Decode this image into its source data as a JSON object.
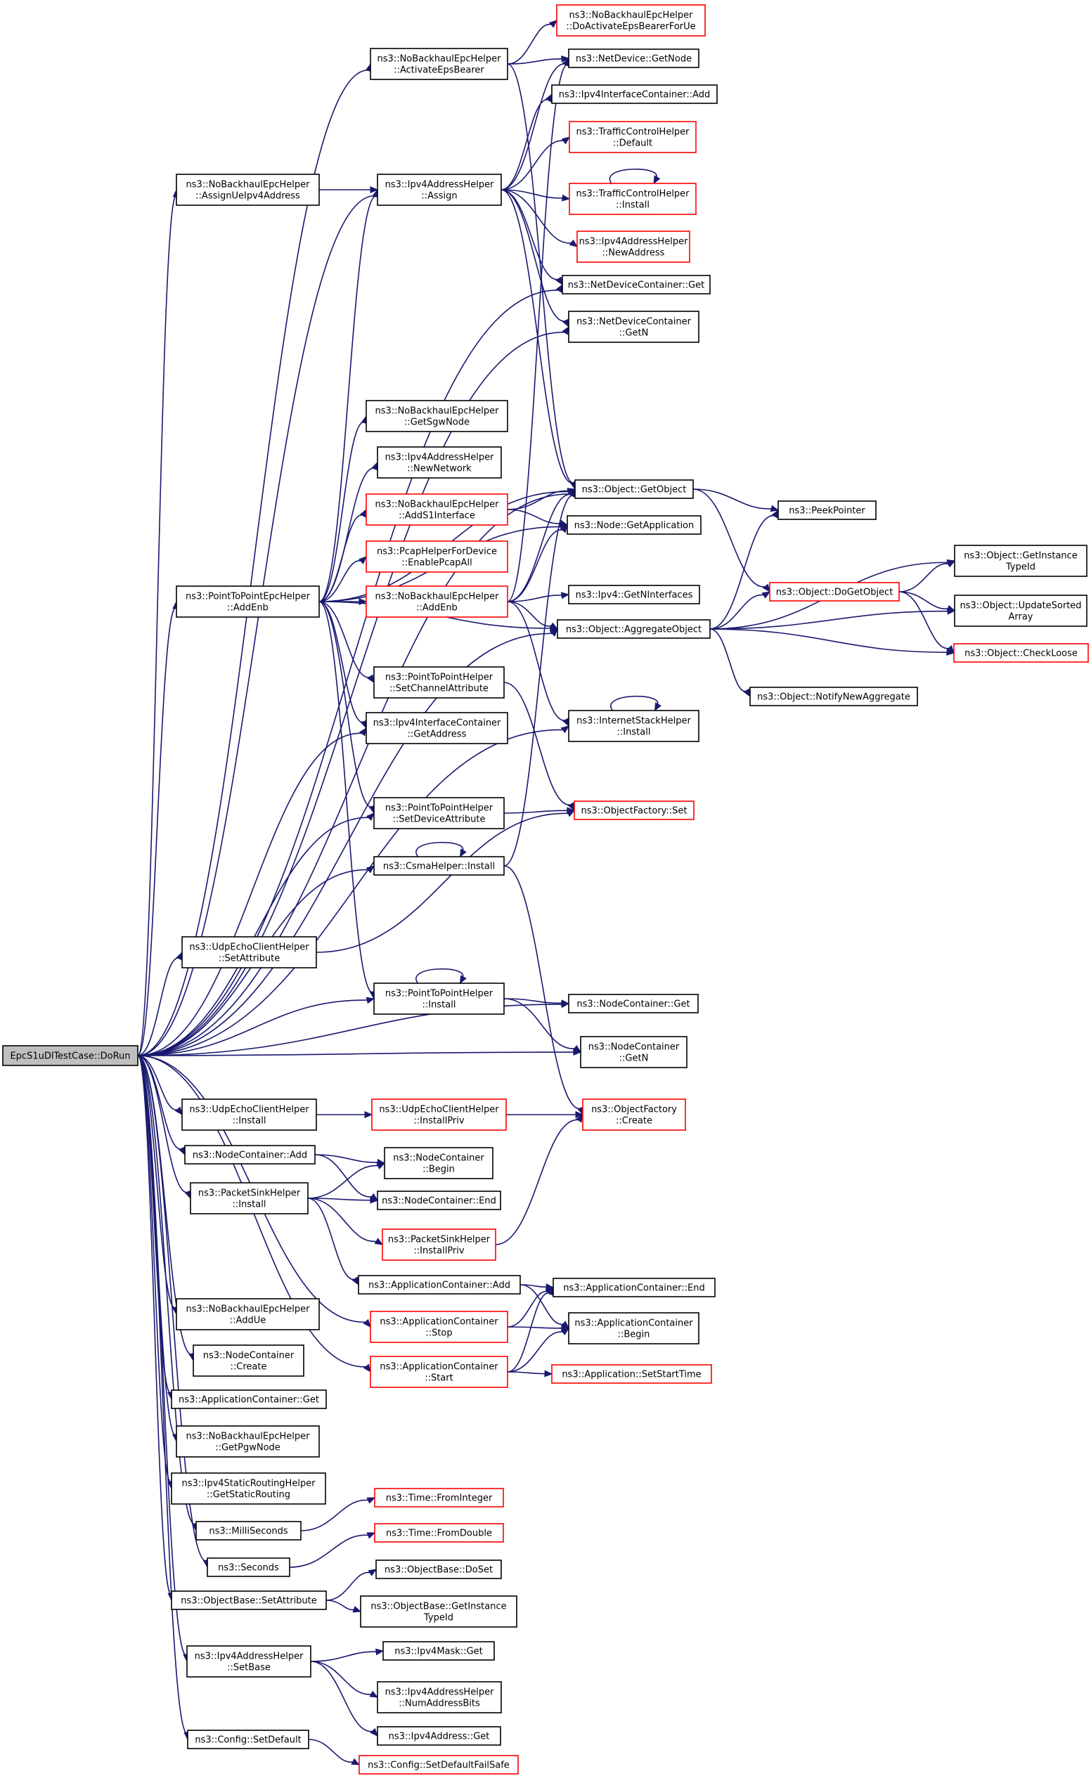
{
  "graph": {
    "root": "EpcS1uDlTestCase::DoRun",
    "colors": {
      "edge": "#191970",
      "node_border_default": "#000000",
      "node_border_truncated": "#ff0000",
      "root_fill": "#bfbfbf",
      "node_fill": "#ffffff"
    },
    "nodes": [
      {
        "id": "root",
        "lines": [
          "EpcS1uDlTestCase::DoRun"
        ],
        "truncated": false
      },
      {
        "id": "activate",
        "lines": [
          "ns3::NoBackhaulEpcHelper",
          "::ActivateEpsBearer"
        ],
        "truncated": false
      },
      {
        "id": "doactivate",
        "lines": [
          "ns3::NoBackhaulEpcHelper",
          "::DoActivateEpsBearerForUe"
        ],
        "truncated": true
      },
      {
        "id": "getnode",
        "lines": [
          "ns3::NetDevice::GetNode"
        ],
        "truncated": false
      },
      {
        "id": "ipv4ifcadd",
        "lines": [
          "ns3::Ipv4InterfaceContainer::Add"
        ],
        "truncated": false
      },
      {
        "id": "tcdefault",
        "lines": [
          "ns3::TrafficControlHelper",
          "::Default"
        ],
        "truncated": true
      },
      {
        "id": "assignue",
        "lines": [
          "ns3::NoBackhaulEpcHelper",
          "::AssignUeIpv4Address"
        ],
        "truncated": false
      },
      {
        "id": "assign",
        "lines": [
          "ns3::Ipv4AddressHelper",
          "::Assign"
        ],
        "truncated": false
      },
      {
        "id": "tcinstall",
        "lines": [
          "ns3::TrafficControlHelper",
          "::Install"
        ],
        "truncated": true
      },
      {
        "id": "newaddress",
        "lines": [
          "ns3::Ipv4AddressHelper",
          "::NewAddress"
        ],
        "truncated": true
      },
      {
        "id": "ndcget",
        "lines": [
          "ns3::NetDeviceContainer::Get"
        ],
        "truncated": false
      },
      {
        "id": "ndcgetn",
        "lines": [
          "ns3::NetDeviceContainer",
          "::GetN"
        ],
        "truncated": false
      },
      {
        "id": "getsgw",
        "lines": [
          "ns3::NoBackhaulEpcHelper",
          "::GetSgwNode"
        ],
        "truncated": false
      },
      {
        "id": "newnetwork",
        "lines": [
          "ns3::Ipv4AddressHelper",
          "::NewNetwork"
        ],
        "truncated": false
      },
      {
        "id": "adds1",
        "lines": [
          "ns3::NoBackhaulEpcHelper",
          "::AddS1Interface"
        ],
        "truncated": true
      },
      {
        "id": "getobject",
        "lines": [
          "ns3::Object::GetObject"
        ],
        "truncated": false
      },
      {
        "id": "peekpointer",
        "lines": [
          "ns3::PeekPointer"
        ],
        "truncated": false
      },
      {
        "id": "getapplication",
        "lines": [
          "ns3::Node::GetApplication"
        ],
        "truncated": false
      },
      {
        "id": "pcap",
        "lines": [
          "ns3::PcapHelperForDevice",
          "::EnablePcapAll"
        ],
        "truncated": true
      },
      {
        "id": "getinstancetypeid",
        "lines": [
          "ns3::Object::GetInstance",
          "TypeId"
        ],
        "truncated": false
      },
      {
        "id": "p2pepcaddenb",
        "lines": [
          "ns3::PointToPointEpcHelper",
          "::AddEnb"
        ],
        "truncated": false
      },
      {
        "id": "nbaddenb",
        "lines": [
          "ns3::NoBackhaulEpcHelper",
          "::AddEnb"
        ],
        "truncated": true
      },
      {
        "id": "getninterfaces",
        "lines": [
          "ns3::Ipv4::GetNInterfaces"
        ],
        "truncated": false
      },
      {
        "id": "dogetobject",
        "lines": [
          "ns3::Object::DoGetObject"
        ],
        "truncated": true
      },
      {
        "id": "updatesorted",
        "lines": [
          "ns3::Object::UpdateSorted",
          "Array"
        ],
        "truncated": false
      },
      {
        "id": "aggregate",
        "lines": [
          "ns3::Object::AggregateObject"
        ],
        "truncated": false
      },
      {
        "id": "checkloose",
        "lines": [
          "ns3::Object::CheckLoose"
        ],
        "truncated": true
      },
      {
        "id": "p2psetchannel",
        "lines": [
          "ns3::PointToPointHelper",
          "::SetChannelAttribute"
        ],
        "truncated": false
      },
      {
        "id": "notifynew",
        "lines": [
          "ns3::Object::NotifyNewAggregate"
        ],
        "truncated": false
      },
      {
        "id": "internetinstall",
        "lines": [
          "ns3::InternetStackHelper",
          "::Install"
        ],
        "truncated": false
      },
      {
        "id": "ifcgetaddress",
        "lines": [
          "ns3::Ipv4InterfaceContainer",
          "::GetAddress"
        ],
        "truncated": false
      },
      {
        "id": "p2psetdevice",
        "lines": [
          "ns3::PointToPointHelper",
          "::SetDeviceAttribute"
        ],
        "truncated": false
      },
      {
        "id": "ofset",
        "lines": [
          "ns3::ObjectFactory::Set"
        ],
        "truncated": true
      },
      {
        "id": "csmainstall",
        "lines": [
          "ns3::CsmaHelper::Install"
        ],
        "truncated": false
      },
      {
        "id": "udpsetattr",
        "lines": [
          "ns3::UdpEchoClientHelper",
          "::SetAttribute"
        ],
        "truncated": false
      },
      {
        "id": "p2pinstall",
        "lines": [
          "ns3::PointToPointHelper",
          "::Install"
        ],
        "truncated": false
      },
      {
        "id": "ncget",
        "lines": [
          "ns3::NodeContainer::Get"
        ],
        "truncated": false
      },
      {
        "id": "ncgetn",
        "lines": [
          "ns3::NodeContainer",
          "::GetN"
        ],
        "truncated": false
      },
      {
        "id": "udpinstall",
        "lines": [
          "ns3::UdpEchoClientHelper",
          "::Install"
        ],
        "truncated": false
      },
      {
        "id": "udpinstallpriv",
        "lines": [
          "ns3::UdpEchoClientHelper",
          "::InstallPriv"
        ],
        "truncated": true
      },
      {
        "id": "ofcreate",
        "lines": [
          "ns3::ObjectFactory",
          "::Create"
        ],
        "truncated": true
      },
      {
        "id": "ncadd",
        "lines": [
          "ns3::NodeContainer::Add"
        ],
        "truncated": false
      },
      {
        "id": "ncbegin",
        "lines": [
          "ns3::NodeContainer",
          "::Begin"
        ],
        "truncated": false
      },
      {
        "id": "psinstall",
        "lines": [
          "ns3::PacketSinkHelper",
          "::Install"
        ],
        "truncated": false
      },
      {
        "id": "ncend",
        "lines": [
          "ns3::NodeContainer::End"
        ],
        "truncated": false
      },
      {
        "id": "psinstallpriv",
        "lines": [
          "ns3::PacketSinkHelper",
          "::InstallPriv"
        ],
        "truncated": true
      },
      {
        "id": "acadd",
        "lines": [
          "ns3::ApplicationContainer::Add"
        ],
        "truncated": false
      },
      {
        "id": "acend",
        "lines": [
          "ns3::ApplicationContainer::End"
        ],
        "truncated": false
      },
      {
        "id": "addue",
        "lines": [
          "ns3::NoBackhaulEpcHelper",
          "::AddUe"
        ],
        "truncated": false
      },
      {
        "id": "acstop",
        "lines": [
          "ns3::ApplicationContainer",
          "::Stop"
        ],
        "truncated": true
      },
      {
        "id": "acbegin",
        "lines": [
          "ns3::ApplicationContainer",
          "::Begin"
        ],
        "truncated": false
      },
      {
        "id": "nccreate",
        "lines": [
          "ns3::NodeContainer",
          "::Create"
        ],
        "truncated": false
      },
      {
        "id": "acstart",
        "lines": [
          "ns3::ApplicationContainer",
          "::Start"
        ],
        "truncated": true
      },
      {
        "id": "setstarttime",
        "lines": [
          "ns3::Application::SetStartTime"
        ],
        "truncated": true
      },
      {
        "id": "acget",
        "lines": [
          "ns3::ApplicationContainer::Get"
        ],
        "truncated": false
      },
      {
        "id": "getpgw",
        "lines": [
          "ns3::NoBackhaulEpcHelper",
          "::GetPgwNode"
        ],
        "truncated": false
      },
      {
        "id": "getstaticrouting",
        "lines": [
          "ns3::Ipv4StaticRoutingHelper",
          "::GetStaticRouting"
        ],
        "truncated": false
      },
      {
        "id": "fromint",
        "lines": [
          "ns3::Time::FromInteger"
        ],
        "truncated": true
      },
      {
        "id": "millis",
        "lines": [
          "ns3::MilliSeconds"
        ],
        "truncated": false
      },
      {
        "id": "fromdouble",
        "lines": [
          "ns3::Time::FromDouble"
        ],
        "truncated": true
      },
      {
        "id": "seconds",
        "lines": [
          "ns3::Seconds"
        ],
        "truncated": false
      },
      {
        "id": "doset",
        "lines": [
          "ns3::ObjectBase::DoSet"
        ],
        "truncated": false
      },
      {
        "id": "obsetattr",
        "lines": [
          "ns3::ObjectBase::SetAttribute"
        ],
        "truncated": false
      },
      {
        "id": "obgetinstance",
        "lines": [
          "ns3::ObjectBase::GetInstance",
          "TypeId"
        ],
        "truncated": false
      },
      {
        "id": "maskget",
        "lines": [
          "ns3::Ipv4Mask::Get"
        ],
        "truncated": false
      },
      {
        "id": "setbase",
        "lines": [
          "ns3::Ipv4AddressHelper",
          "::SetBase"
        ],
        "truncated": false
      },
      {
        "id": "numaddressbits",
        "lines": [
          "ns3::Ipv4AddressHelper",
          "::NumAddressBits"
        ],
        "truncated": false
      },
      {
        "id": "addrget",
        "lines": [
          "ns3::Ipv4Address::Get"
        ],
        "truncated": false
      },
      {
        "id": "configsetdefault",
        "lines": [
          "ns3::Config::SetDefault"
        ],
        "truncated": false
      },
      {
        "id": "setdefaultfailsafe",
        "lines": [
          "ns3::Config::SetDefaultFailSafe"
        ],
        "truncated": true
      }
    ],
    "edges": [
      [
        "root",
        "activate"
      ],
      [
        "root",
        "assignue"
      ],
      [
        "root",
        "assign"
      ],
      [
        "root",
        "ndcget"
      ],
      [
        "root",
        "ndcgetn"
      ],
      [
        "root",
        "getobject"
      ],
      [
        "root",
        "p2pepcaddenb"
      ],
      [
        "root",
        "aggregate"
      ],
      [
        "root",
        "ifcgetaddress"
      ],
      [
        "root",
        "internetinstall"
      ],
      [
        "root",
        "p2psetdevice"
      ],
      [
        "root",
        "csmainstall"
      ],
      [
        "root",
        "udpsetattr"
      ],
      [
        "root",
        "p2pinstall"
      ],
      [
        "root",
        "ncget"
      ],
      [
        "root",
        "ncgetn"
      ],
      [
        "root",
        "udpinstall"
      ],
      [
        "root",
        "ncadd"
      ],
      [
        "root",
        "psinstall"
      ],
      [
        "root",
        "acstop"
      ],
      [
        "root",
        "addue"
      ],
      [
        "root",
        "nccreate"
      ],
      [
        "root",
        "acstart"
      ],
      [
        "root",
        "acget"
      ],
      [
        "root",
        "getpgw"
      ],
      [
        "root",
        "getstaticrouting"
      ],
      [
        "root",
        "millis"
      ],
      [
        "root",
        "seconds"
      ],
      [
        "root",
        "obsetattr"
      ],
      [
        "root",
        "setbase"
      ],
      [
        "root",
        "configsetdefault"
      ],
      [
        "activate",
        "doactivate"
      ],
      [
        "activate",
        "getnode"
      ],
      [
        "activate",
        "getobject"
      ],
      [
        "assignue",
        "assign"
      ],
      [
        "assign",
        "getnode"
      ],
      [
        "assign",
        "ipv4ifcadd"
      ],
      [
        "assign",
        "tcdefault"
      ],
      [
        "assign",
        "tcinstall"
      ],
      [
        "assign",
        "newaddress"
      ],
      [
        "assign",
        "ndcget"
      ],
      [
        "assign",
        "ndcgetn"
      ],
      [
        "assign",
        "getobject"
      ],
      [
        "tcinstall",
        "tcinstall"
      ],
      [
        "adds1",
        "getobject"
      ],
      [
        "adds1",
        "getapplication"
      ],
      [
        "getobject",
        "peekpointer"
      ],
      [
        "getobject",
        "dogetobject"
      ],
      [
        "p2pepcaddenb",
        "getsgw"
      ],
      [
        "p2pepcaddenb",
        "newnetwork"
      ],
      [
        "p2pepcaddenb",
        "adds1"
      ],
      [
        "p2pepcaddenb",
        "pcap"
      ],
      [
        "p2pepcaddenb",
        "nbaddenb"
      ],
      [
        "p2pepcaddenb",
        "assign"
      ],
      [
        "p2pepcaddenb",
        "getobject"
      ],
      [
        "p2pepcaddenb",
        "getapplication"
      ],
      [
        "p2pepcaddenb",
        "aggregate"
      ],
      [
        "p2pepcaddenb",
        "p2psetchannel"
      ],
      [
        "p2pepcaddenb",
        "ifcgetaddress"
      ],
      [
        "p2pepcaddenb",
        "p2psetdevice"
      ],
      [
        "p2pepcaddenb",
        "p2pinstall"
      ],
      [
        "nbaddenb",
        "getobject"
      ],
      [
        "nbaddenb",
        "getnode"
      ],
      [
        "nbaddenb",
        "getapplication"
      ],
      [
        "nbaddenb",
        "getninterfaces"
      ],
      [
        "nbaddenb",
        "aggregate"
      ],
      [
        "nbaddenb",
        "internetinstall"
      ],
      [
        "dogetobject",
        "getinstancetypeid"
      ],
      [
        "dogetobject",
        "updatesorted"
      ],
      [
        "dogetobject",
        "checkloose"
      ],
      [
        "aggregate",
        "peekpointer"
      ],
      [
        "aggregate",
        "dogetobject"
      ],
      [
        "aggregate",
        "getinstancetypeid"
      ],
      [
        "aggregate",
        "updatesorted"
      ],
      [
        "aggregate",
        "checkloose"
      ],
      [
        "aggregate",
        "notifynew"
      ],
      [
        "internetinstall",
        "internetinstall"
      ],
      [
        "p2psetchannel",
        "ofset"
      ],
      [
        "p2psetdevice",
        "ofset"
      ],
      [
        "csmainstall",
        "csmainstall"
      ],
      [
        "csmainstall",
        "getobject"
      ],
      [
        "csmainstall",
        "ofcreate"
      ],
      [
        "udpsetattr",
        "ofset"
      ],
      [
        "p2pinstall",
        "p2pinstall"
      ],
      [
        "p2pinstall",
        "ncget"
      ],
      [
        "p2pinstall",
        "ncgetn"
      ],
      [
        "udpinstall",
        "udpinstallpriv"
      ],
      [
        "udpinstallpriv",
        "ofcreate"
      ],
      [
        "ncadd",
        "ncbegin"
      ],
      [
        "ncadd",
        "ncend"
      ],
      [
        "psinstall",
        "ncbegin"
      ],
      [
        "psinstall",
        "ncend"
      ],
      [
        "psinstall",
        "psinstallpriv"
      ],
      [
        "psinstall",
        "acadd"
      ],
      [
        "psinstallpriv",
        "ofcreate"
      ],
      [
        "acadd",
        "acend"
      ],
      [
        "acadd",
        "acbegin"
      ],
      [
        "acstop",
        "acend"
      ],
      [
        "acstop",
        "acbegin"
      ],
      [
        "acstart",
        "acend"
      ],
      [
        "acstart",
        "acbegin"
      ],
      [
        "acstart",
        "setstarttime"
      ],
      [
        "millis",
        "fromint"
      ],
      [
        "seconds",
        "fromdouble"
      ],
      [
        "obsetattr",
        "doset"
      ],
      [
        "obsetattr",
        "obgetinstance"
      ],
      [
        "setbase",
        "maskget"
      ],
      [
        "setbase",
        "numaddressbits"
      ],
      [
        "setbase",
        "addrget"
      ],
      [
        "configsetdefault",
        "setdefaultfailsafe"
      ]
    ]
  }
}
